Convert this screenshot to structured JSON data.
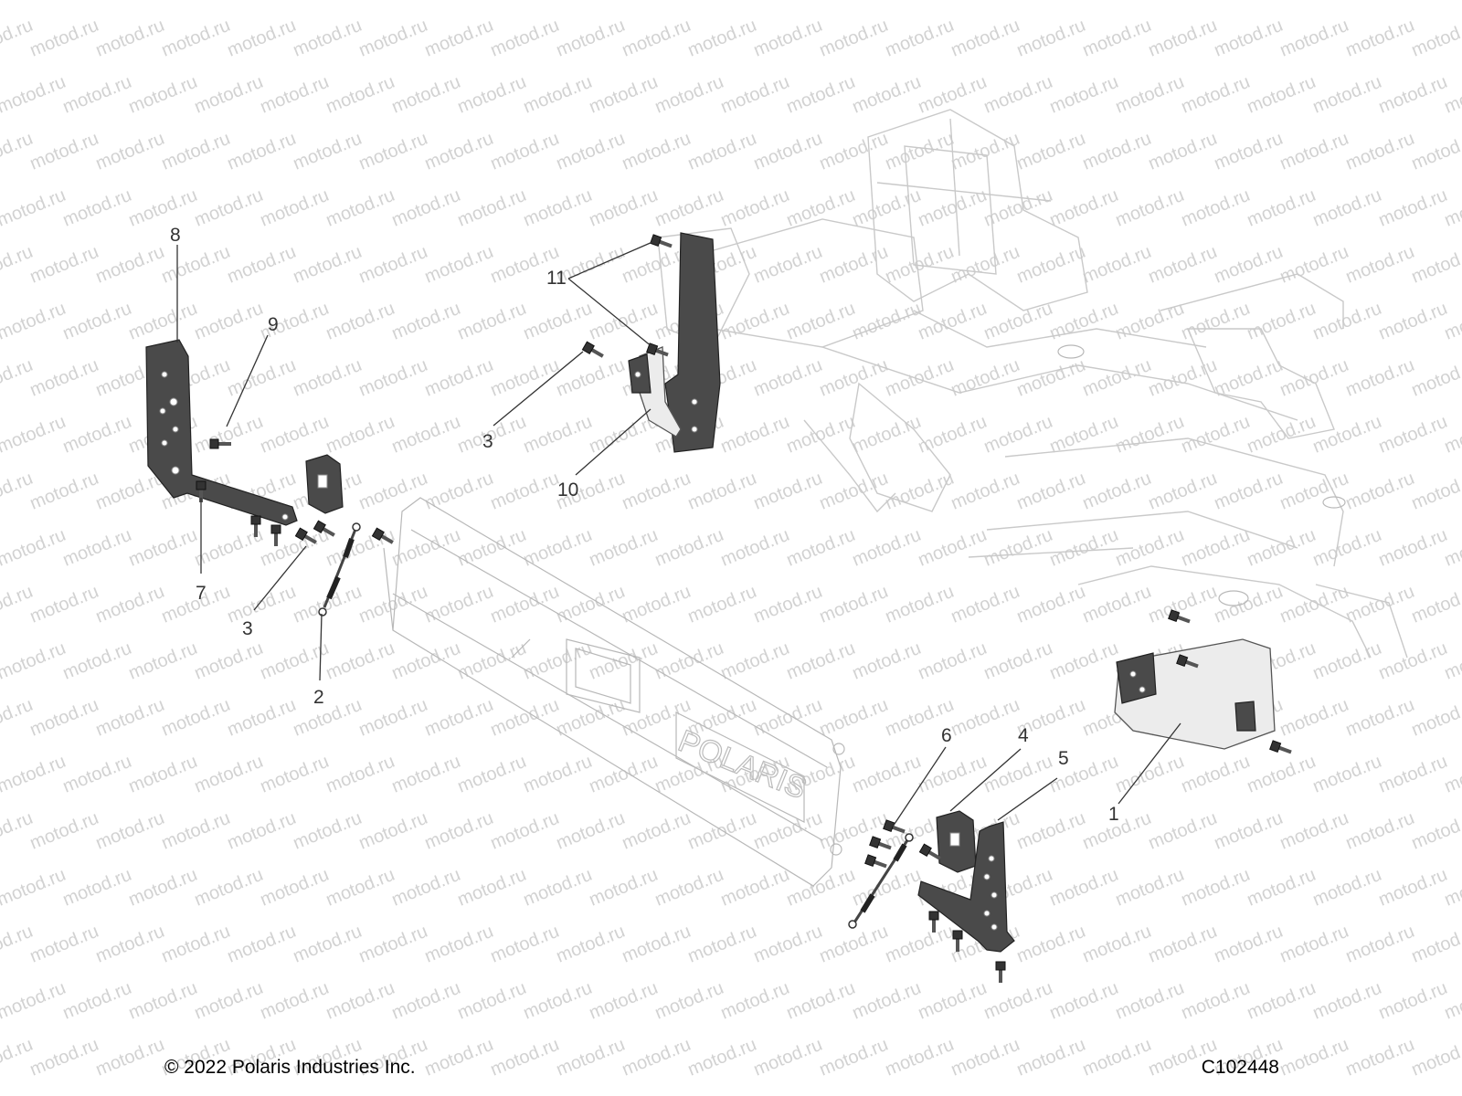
{
  "footer": {
    "copyright": "© 2022 Polaris Industries Inc.",
    "figure_id": "C102448"
  },
  "watermark": "motod.ru",
  "brand_lettering": "POLARIS",
  "callouts": [
    "1",
    "2",
    "3",
    "3",
    "4",
    "5",
    "6",
    "7",
    "8",
    "9",
    "10",
    "11"
  ]
}
